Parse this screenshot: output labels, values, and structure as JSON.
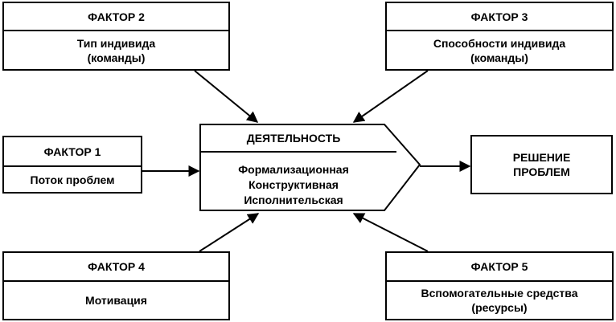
{
  "factor1": {
    "title": "ФАКТОР 1",
    "text": [
      "Поток проблем"
    ]
  },
  "factor2": {
    "title": "ФАКТОР 2",
    "text": [
      "Тип индивида",
      "(команды)"
    ]
  },
  "factor3": {
    "title": "ФАКТОР 3",
    "text": [
      "Способности индивида",
      "(команды)"
    ]
  },
  "factor4": {
    "title": "ФАКТОР 4",
    "text": [
      "Мотивация"
    ]
  },
  "factor5": {
    "title": "ФАКТОР 5",
    "text": [
      "Вспомогательные средства",
      "(ресурсы)"
    ]
  },
  "activity": {
    "title": "ДЕЯТЕЛЬНОСТЬ",
    "items": [
      "Формализационная",
      "Конструктивная",
      "Исполнительская"
    ]
  },
  "result": {
    "text": [
      "РЕШЕНИЕ",
      "ПРОБЛЕМ"
    ]
  },
  "colors": {
    "stroke": "#000000",
    "background": "#ffffff"
  }
}
